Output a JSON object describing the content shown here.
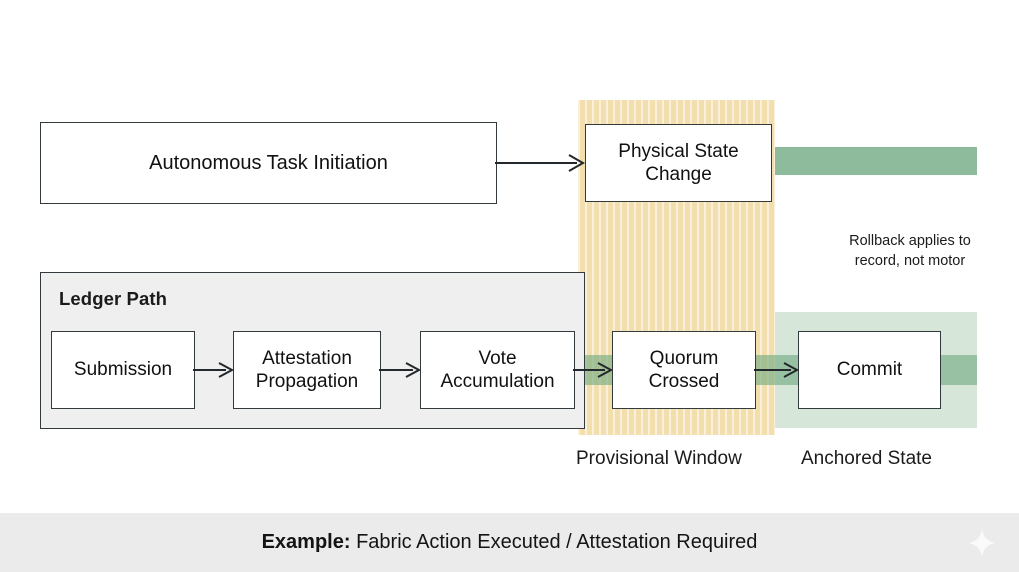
{
  "diagram": {
    "top_row": {
      "task_box": "Autonomous Task Initiation",
      "physical_box": "Physical State\nChange"
    },
    "ledger": {
      "title": "Ledger Path",
      "steps": [
        {
          "label": "Submission"
        },
        {
          "label": "Attestation\nPropagation"
        },
        {
          "label": "Vote\nAccumulation"
        },
        {
          "label": "Quorum\nCrossed"
        },
        {
          "label": "Commit"
        }
      ]
    },
    "annotations": {
      "rollback_note": "Rollback applies to\nrecord, not motor"
    },
    "region_labels": {
      "provisional": "Provisional Window",
      "anchored": "Anchored State"
    },
    "arrows": [
      {
        "name": "arrow-task-to-physical"
      },
      {
        "name": "arrow-submission-to-attestation"
      },
      {
        "name": "arrow-attestation-to-vote"
      },
      {
        "name": "arrow-vote-to-quorum"
      },
      {
        "name": "arrow-quorum-to-commit"
      }
    ],
    "icons": {
      "sparkle": "sparkle-icon"
    }
  },
  "footer": {
    "caption_lead": "Example:",
    "caption_rest": " Fabric Action Executed / Attestation Required"
  },
  "colors": {
    "provisional_window": "#f3dfae",
    "anchored_state": "#cfe2d6",
    "green_bar": "#8dbb9c",
    "ledger_panel": "#efefef",
    "stroke": "#333a3d",
    "footer_bar": "#ebebeb",
    "text": "#111111"
  }
}
